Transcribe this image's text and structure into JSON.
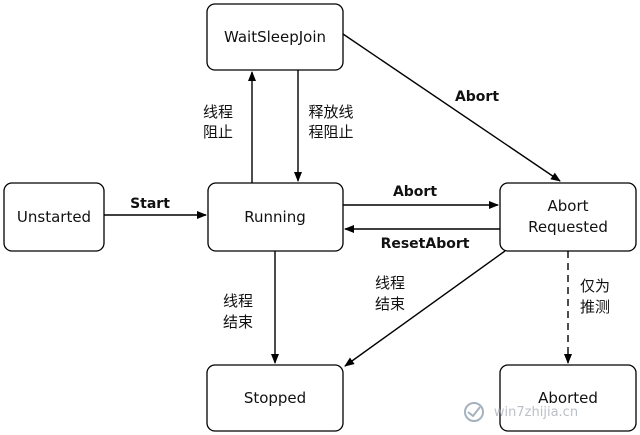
{
  "states": {
    "waitsleepjoin": "WaitSleepJoin",
    "unstarted": "Unstarted",
    "running": "Running",
    "abort_requested_line1": "Abort",
    "abort_requested_line2": "Requested",
    "stopped": "Stopped",
    "aborted": "Aborted"
  },
  "edges": {
    "start": "Start",
    "abort_top": "Abort",
    "abort_mid": "Abort",
    "reset_abort": "ResetAbort",
    "thread_block_line1": "线程",
    "thread_block_line2": "阻止",
    "release_block_line1": "释放线",
    "release_block_line2": "程阻止",
    "thread_end_left_line1": "线程",
    "thread_end_left_line2": "结束",
    "thread_end_right_line1": "线程",
    "thread_end_right_line2": "结束",
    "speculative_line1": "仅为",
    "speculative_line2": "推测"
  },
  "watermark": "win7zhijia.cn"
}
